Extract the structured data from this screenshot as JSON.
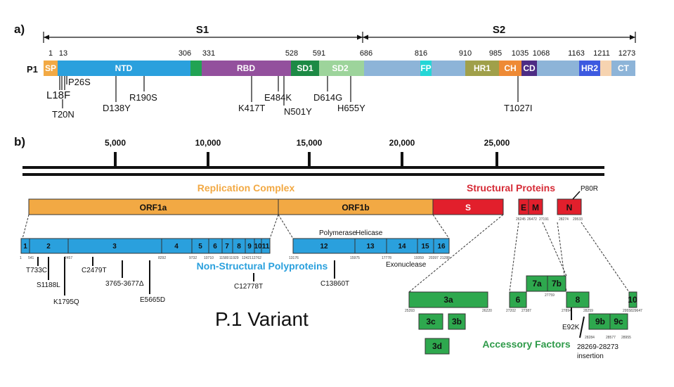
{
  "panel_a": {
    "label": "a)",
    "s1": "S1",
    "s2": "S2",
    "protein_label": "P1",
    "positions": [
      "1",
      "13",
      "306",
      "331",
      "528",
      "591",
      "686",
      "816",
      "910",
      "985",
      "1035",
      "1068",
      "1163",
      "1211",
      "1273"
    ],
    "domains": [
      {
        "label": "SP",
        "color": "#f2a944"
      },
      {
        "label": "NTD",
        "color": "#2aa0dd"
      },
      {
        "label": "",
        "color": "#21a353"
      },
      {
        "label": "RBD",
        "color": "#93509d"
      },
      {
        "label": "SD1",
        "color": "#1d8a45"
      },
      {
        "label": "SD2",
        "color": "#9dd49b"
      },
      {
        "label": "",
        "color": "#8db4d8"
      },
      {
        "label": "FP",
        "color": "#24d6d6"
      },
      {
        "label": "HR1",
        "color": "#a0a04a"
      },
      {
        "label": "CH",
        "color": "#ee8a35"
      },
      {
        "label": "CD",
        "color": "#4d2c84"
      },
      {
        "label": "HR2",
        "color": "#3d5ae0"
      },
      {
        "label": "",
        "color": "#f6d3b0"
      },
      {
        "label": "CT",
        "color": "#8db4d8"
      }
    ],
    "mutations": [
      "L18F",
      "T20N",
      "P26S",
      "D138Y",
      "R190S",
      "K417T",
      "E484K",
      "N501Y",
      "D614G",
      "H655Y",
      "T1027I"
    ]
  },
  "panel_b": {
    "label": "b)",
    "scale_ticks": [
      "5,000",
      "10,000",
      "15,000",
      "20,000",
      "25,000"
    ],
    "replication_label": "Replication Complex",
    "structural_label": "Structural Proteins",
    "orf1a": "ORF1a",
    "orf1b": "ORF1b",
    "s": "S",
    "e": "E",
    "m": "M",
    "n": "N",
    "p80r": "P80R",
    "nsp_a": [
      "1",
      "2",
      "3",
      "4",
      "5",
      "6",
      "7",
      "8",
      "9",
      "10",
      "11"
    ],
    "nsp_b": [
      "12",
      "13",
      "14",
      "15",
      "16"
    ],
    "nsp_a_coords": [
      "1",
      "541",
      "2457",
      "8292",
      "9732",
      "10710",
      "11580",
      "11929",
      "12421",
      "12762"
    ],
    "nsp_b_coords": [
      "13176",
      "15975",
      "17778",
      "19359",
      "20397",
      "21288"
    ],
    "polymerase": "Polymerase",
    "helicase": "Helicase",
    "exonuclease": "Exonuclease",
    "nonstructural_label": "Non-Structural Polyproteins",
    "mut_a": [
      "T733C",
      "S1188L",
      "K1795Q",
      "C2479T",
      "3765-3677Δ",
      "E5665D",
      "C12778T"
    ],
    "mut_b": [
      "C13860T"
    ],
    "struct_coords": [
      "26245",
      "26472",
      "27191",
      "28274",
      "29533"
    ],
    "acc": {
      "a3": "3a",
      "c3": "3c",
      "b3": "3b",
      "d3": "3d",
      "a7": "7a",
      "b7": "7b",
      "six": "6",
      "eight": "8",
      "b9": "9b",
      "c9": "9c",
      "ten": "10"
    },
    "acc_coords": [
      "25393",
      "26220",
      "27202",
      "27387",
      "27759",
      "27894",
      "28259",
      "28284",
      "28577",
      "28955",
      "29558",
      "29647"
    ],
    "e92k": "E92K",
    "insertion_a": "28269-28273",
    "insertion_b": "insertion",
    "accessory_label": "Accessory Factors",
    "variant_title": "P.1 Variant"
  }
}
